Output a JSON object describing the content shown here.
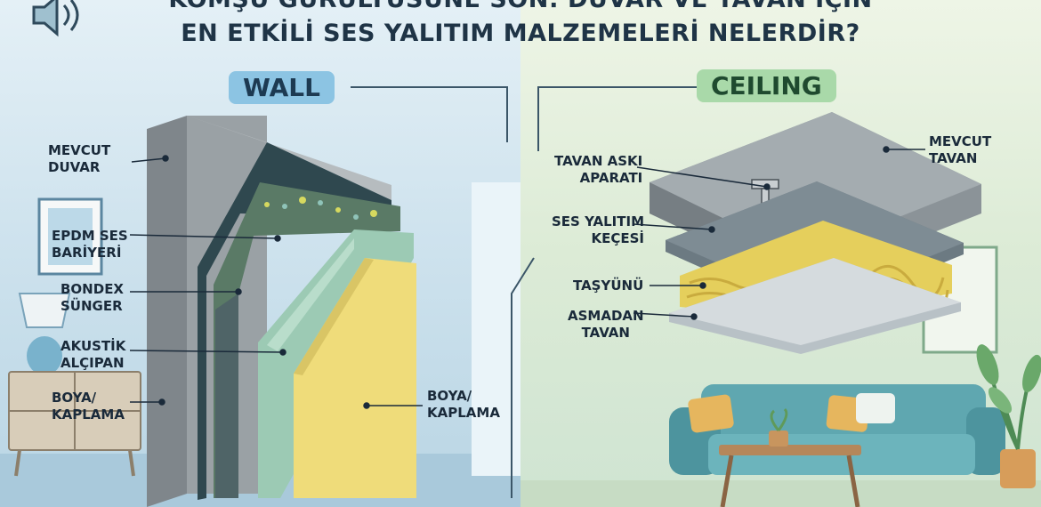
{
  "title": {
    "line1": "KOMŞU GÜRÜLTÜSÜNE SON: DUVAR VE TAVAN İÇİN",
    "line2": "EN ETKİLİ SES YALITIM MALZEMELERİ NELERDİR?"
  },
  "wall": {
    "tag": "WALL",
    "labels": {
      "mevcut": [
        "MEVCUT",
        "DUVAR"
      ],
      "epdm": [
        "EPDM SES",
        "BARİYERİ"
      ],
      "bondex": [
        "BONDEX",
        "SÜNGER"
      ],
      "akustik": [
        "AKUSTİK",
        "ALÇIPAN"
      ],
      "boya_left": [
        "BOYA/",
        "KAPLAMA"
      ],
      "boya_right": [
        "BOYA/",
        "KAPLAMA"
      ]
    }
  },
  "ceiling": {
    "tag": "CEILING",
    "labels": {
      "mevcut": [
        "MEVCUT",
        "TAVAN"
      ],
      "aski": [
        "TAVAN ASKI",
        "APARATI"
      ],
      "kece": [
        "SES YALITIM",
        "KEÇESİ"
      ],
      "tasyunu": [
        "TAŞYÜNÜ"
      ],
      "asmadan": [
        "ASMADAN",
        "TAVAN"
      ]
    }
  },
  "colors": {
    "concrete": "#8e9499",
    "epdm": "#3e5a61",
    "foam": "#6e8c73",
    "drywall": "#9fc7b4",
    "paint": "#f0de7e",
    "wool": "#e5cf5c",
    "sofa": "#5fa7b0"
  },
  "icons": [
    "speaker-icon"
  ]
}
